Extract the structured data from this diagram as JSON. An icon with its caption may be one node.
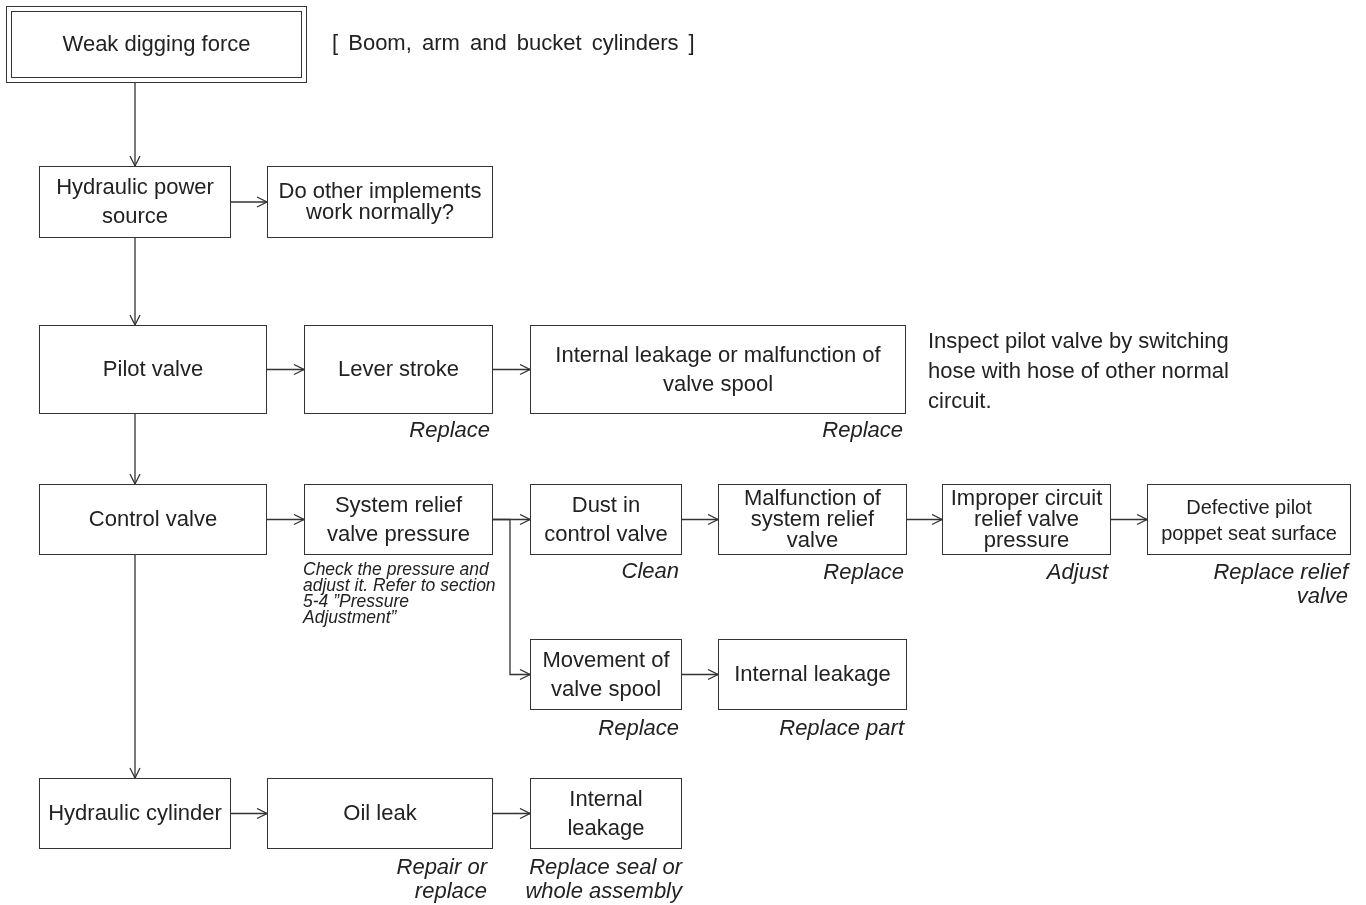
{
  "diagram": {
    "nodes": [
      {
        "text": [
          "Weak digging force"
        ]
      },
      {
        "text": [
          "Hydraulic power source"
        ]
      },
      {
        "text": [
          "Do other implements work normally?"
        ]
      },
      {
        "text": [
          "Pilot valve"
        ]
      },
      {
        "text": [
          "Lever stroke"
        ],
        "beside": [
          "Replace"
        ]
      },
      {
        "text": [
          "Internal leakage or malfunction of valve spool"
        ],
        "beside": [
          "Replace"
        ]
      },
      {
        "text": [
          "Control valve"
        ]
      },
      {
        "text": [
          "System relief valve pressure"
        ],
        "beside": [
          "Check the pressure and adjust it. Refer to section 5-4 ”Pressure Adjustment”"
        ]
      },
      {
        "text": [
          "Dust in control valve"
        ],
        "beside": [
          "Clean"
        ]
      },
      {
        "text": [
          "Malfunction of system relief valve"
        ],
        "beside": [
          "Replace"
        ]
      },
      {
        "text": [
          "Improper circuit relief valve pressure"
        ],
        "beside": [
          "Adjust"
        ]
      },
      {
        "text": [
          "Defective pilot poppet seat surface"
        ],
        "beside": [
          "Replace relief valve"
        ]
      },
      {
        "text": [
          "Movement of valve spool"
        ],
        "beside": [
          "Replace"
        ]
      },
      {
        "text": [
          "Internal leakage"
        ],
        "beside": [
          "Replace part"
        ]
      },
      {
        "text": [
          "Hydraulic cylinder"
        ]
      },
      {
        "text": [
          "Oil leak"
        ],
        "beside": [
          "Repair or replace"
        ]
      },
      {
        "text": [
          "Internal leakage"
        ],
        "beside": [
          "Replace seal or whole assembly"
        ]
      }
    ],
    "edges": [
      {
        "from": 0,
        "to": 1,
        "arrow": "to"
      },
      {
        "from": 1,
        "to": 2,
        "arrow": "to"
      },
      {
        "from": 1,
        "to": 3,
        "arrow": "to"
      },
      {
        "from": 3,
        "to": 4,
        "arrow": "to"
      },
      {
        "from": 4,
        "to": 5,
        "arrow": "to"
      },
      {
        "from": 3,
        "to": 6,
        "arrow": "to"
      },
      {
        "from": 6,
        "to": 7,
        "arrow": "to"
      },
      {
        "from": 7,
        "to": 8,
        "arrow": "to"
      },
      {
        "from": 8,
        "to": 9,
        "arrow": "to"
      },
      {
        "from": 9,
        "to": 10,
        "arrow": "to"
      },
      {
        "from": 10,
        "to": 11,
        "arrow": "to"
      },
      {
        "from": 7,
        "to": 12,
        "arrow": "to"
      },
      {
        "from": 12,
        "to": 13,
        "arrow": "to"
      },
      {
        "from": 6,
        "to": 14,
        "arrow": "to"
      },
      {
        "from": 14,
        "to": 15,
        "arrow": "to"
      },
      {
        "from": 15,
        "to": 16,
        "arrow": "to"
      }
    ],
    "labels": [
      "[ Boom, arm and bucket cylinders ]",
      "Inspect pilot valve by switching hose with hose of other normal circuit."
    ]
  }
}
